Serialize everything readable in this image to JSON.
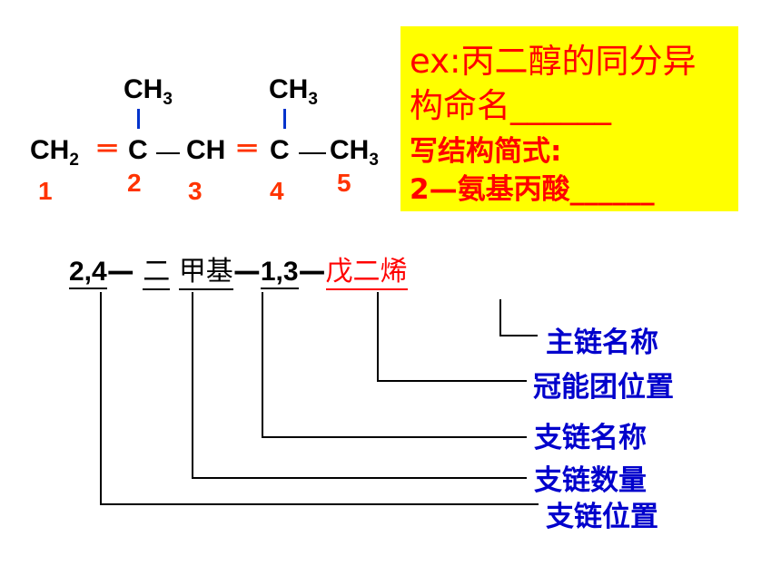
{
  "structure": {
    "ch3_top_left": "CH",
    "ch3_top_left_sub": "3",
    "ch3_top_right": "CH",
    "ch3_top_right_sub": "3",
    "ch2": "CH",
    "ch2_sub": "2",
    "c2": "C",
    "ch3_atom": "CH",
    "c4": "C",
    "ch3_end": "CH",
    "ch3_end_sub": "3",
    "double_bond": "═",
    "numbers": [
      "1",
      "2",
      "3",
      "4",
      "5"
    ]
  },
  "exercise": {
    "line1": "ex:丙二醇的同分异",
    "line2": "构命名",
    "blank2": "______",
    "line3": "写结构简式:",
    "line4": "2—氨基丙酸",
    "blank4": "______"
  },
  "name_parts": {
    "locants": "2,4",
    "dash1": "—",
    "count": "二",
    "substituent": "甲基",
    "dash2": "—",
    "positions": "1,3",
    "dash3": "—",
    "parent": "戊二烯"
  },
  "labels": {
    "main_chain": "主链名称",
    "fg_position": "冠能团位置",
    "branch_name": "支链名称",
    "branch_count": "支链数量",
    "branch_position": "支链位置"
  },
  "colors": {
    "red": "#ff3300",
    "blue": "#0000cc",
    "yellow": "#ffff00"
  }
}
